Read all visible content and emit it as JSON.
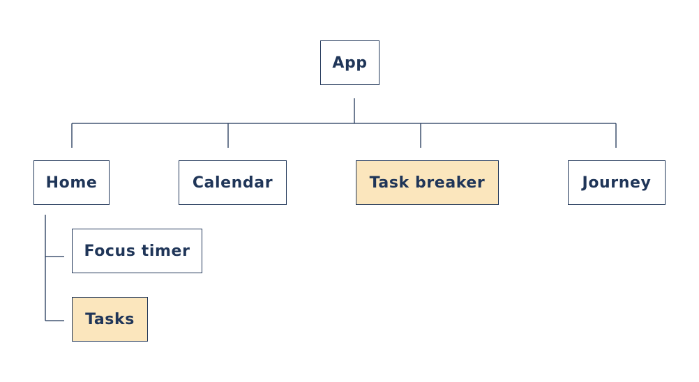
{
  "diagram": {
    "root": {
      "label": "App"
    },
    "children": [
      {
        "label": "Home",
        "highlighted": false
      },
      {
        "label": "Calendar",
        "highlighted": false
      },
      {
        "label": "Task breaker",
        "highlighted": true
      },
      {
        "label": "Journey",
        "highlighted": false
      }
    ],
    "home_children": [
      {
        "label": "Focus timer",
        "highlighted": false
      },
      {
        "label": "Tasks",
        "highlighted": true
      }
    ]
  },
  "colors": {
    "text": "#1f3558",
    "border": "#1f3558",
    "highlight_fill": "#fbe6bd",
    "background": "#ffffff"
  }
}
